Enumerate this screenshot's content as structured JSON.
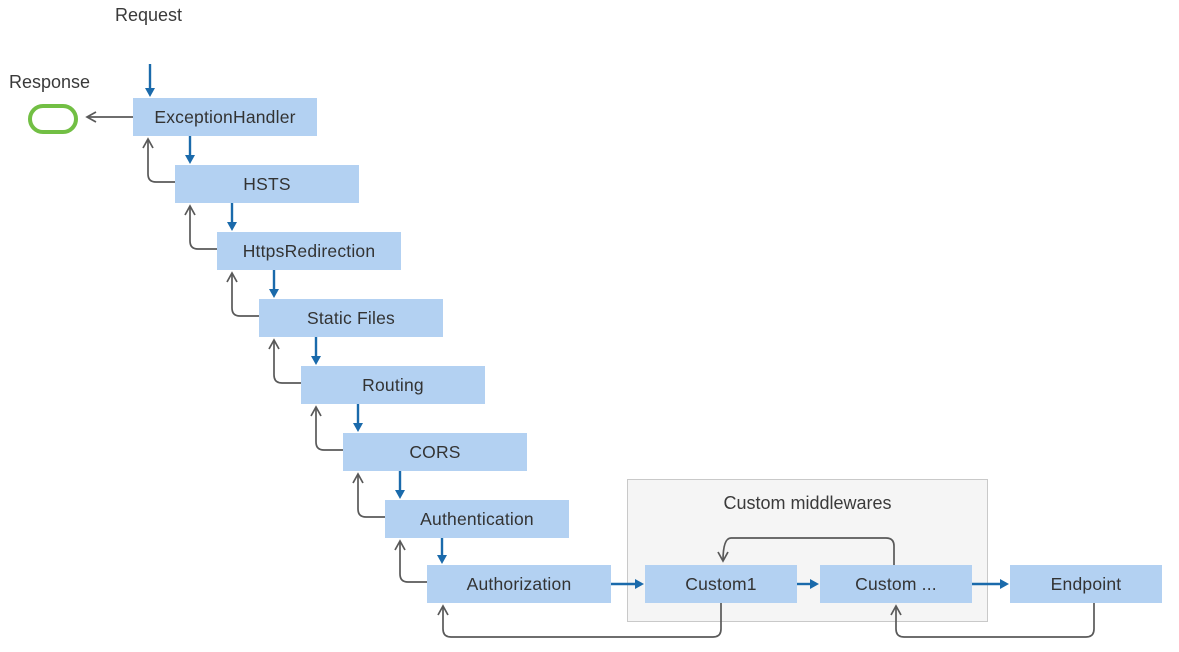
{
  "diagram": {
    "request_label": "Request",
    "response_label": "Response",
    "cascade": [
      "ExceptionHandler",
      "HSTS",
      "HttpsRedirection",
      "Static Files",
      "Routing",
      "CORS",
      "Authentication",
      "Authorization"
    ],
    "custom_group": {
      "title": "Custom middlewares",
      "boxes": [
        "Custom1",
        "Custom ..."
      ]
    },
    "endpoint_label": "Endpoint",
    "colors": {
      "middleware_box_fill": "#B3D1F2",
      "flow_arrow_blue": "#1A6AAB",
      "return_line_gray": "#595959",
      "response_terminal_green": "#72BF44",
      "custom_group_fill": "#F5F5F5",
      "custom_group_border": "#C9C9C9"
    }
  }
}
